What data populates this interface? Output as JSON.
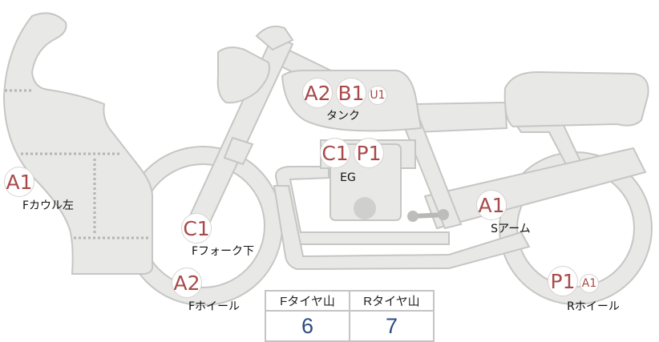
{
  "parts": [
    {
      "name": "Fカウル左",
      "codes": [
        "A1"
      ]
    },
    {
      "name": "タンク",
      "codes": [
        "A2",
        "B1",
        "U1"
      ]
    },
    {
      "name": "EG",
      "codes": [
        "C1",
        "P1"
      ]
    },
    {
      "name": "Fフォーク下",
      "codes": [
        "C1"
      ]
    },
    {
      "name": "Fホイール",
      "codes": [
        "A2"
      ]
    },
    {
      "name": "Sアーム",
      "codes": [
        "A1"
      ]
    },
    {
      "name": "Rホイール",
      "codes": [
        "P1",
        "A1"
      ]
    }
  ],
  "tire_table": {
    "headers": [
      "Fタイヤ山",
      "Rタイヤ山"
    ],
    "values": [
      "6",
      "7"
    ]
  },
  "colors": {
    "marker_text": "#a84a4a",
    "value_text": "#2c4a80",
    "body_fill": "#e8e8e6"
  }
}
